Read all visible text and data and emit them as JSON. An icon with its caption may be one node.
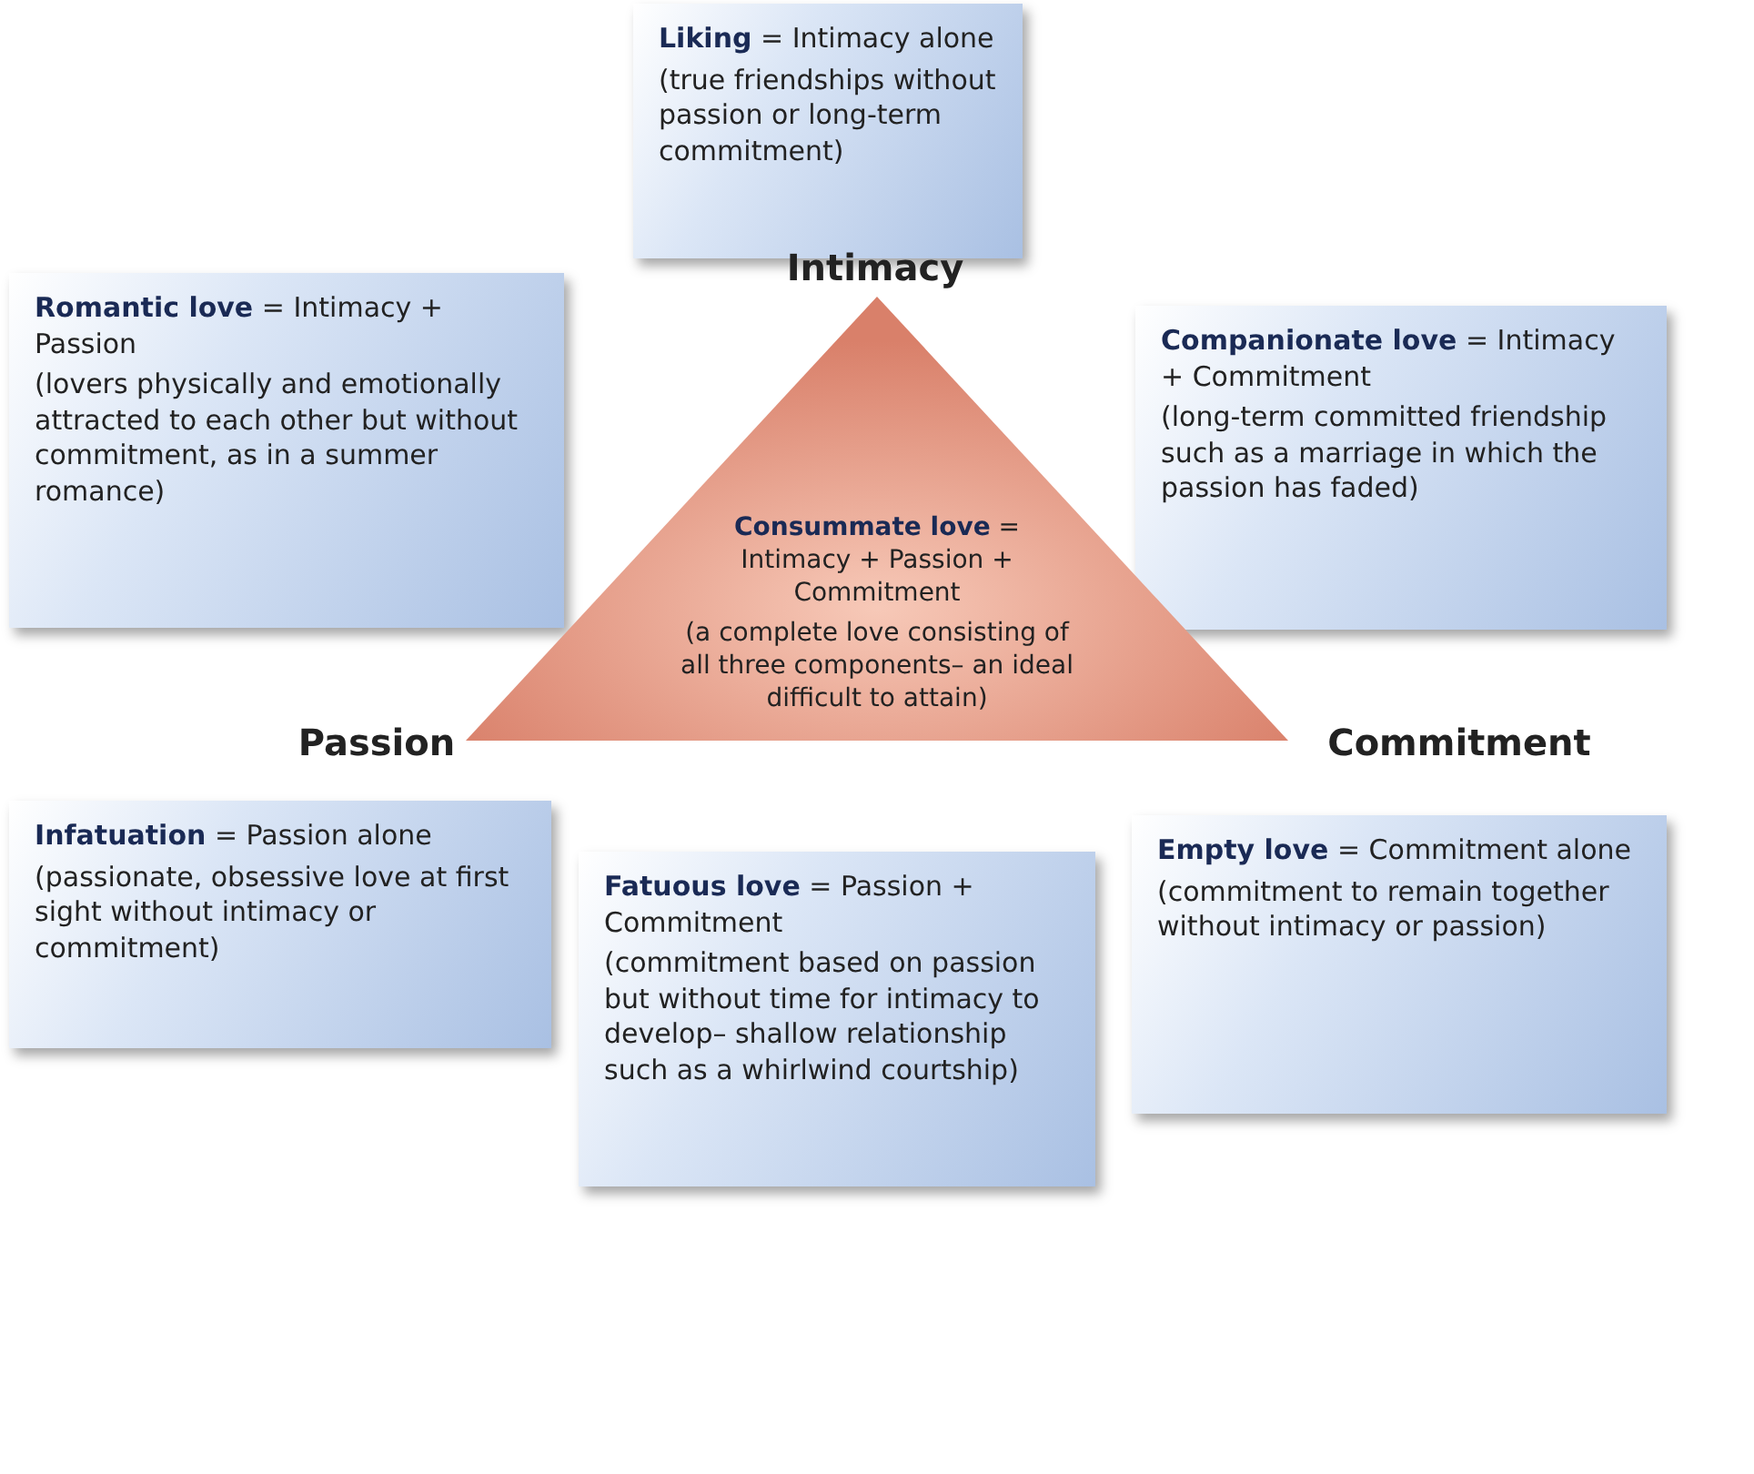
{
  "diagram": {
    "nodes": [
      {
        "text": [
          "**Liking** = Intimacy alone",
          "(true friendships without passion or long-term commitment)"
        ]
      },
      {
        "text": [
          "**Romantic love** = Intimacy + Passion",
          "(lovers physically and emotionally attracted to each other but without commitment, as in a summer romance)"
        ]
      },
      {
        "text": [
          "**Companionate love** = Intimacy + Commitment",
          "(long-term committed friendship such as a marriage in which the passion has faded)"
        ]
      },
      {
        "text": [
          "**Consummate love** = Intimacy + Passion + Commitment",
          "(a complete love consisting of all three components– an ideal difficult to attain)"
        ]
      },
      {
        "text": [
          "**Infatuation** = Passion alone",
          "(passionate, obsessive love at first sight without intimacy or commitment)"
        ]
      },
      {
        "text": [
          "**Fatuous love** = Passion + Commitment",
          "(commitment based on passion but without time for intimacy to develop– shallow relationship such as a whirlwind courtship)"
        ]
      },
      {
        "text": [
          "**Empty love** = Commitment alone",
          "(commitment to remain together without intimacy or passion)"
        ]
      }
    ],
    "labels": [
      "Intimacy",
      "Passion",
      "Commitment"
    ]
  }
}
